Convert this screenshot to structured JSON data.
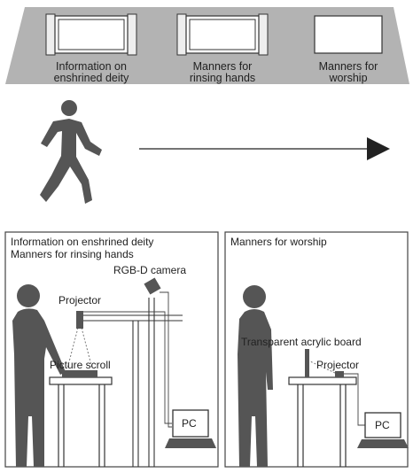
{
  "colors": {
    "banner": "#b3b3b3",
    "figure": "#555555",
    "line": "#222222",
    "panel_border": "#444444"
  },
  "banner": {
    "items": [
      {
        "line1": "Information on",
        "line2": "enshrined deity"
      },
      {
        "line1": "Manners for",
        "line2": "rinsing hands"
      },
      {
        "line1": "Manners for",
        "line2": "worship"
      }
    ]
  },
  "walker": {
    "icon": "walking-person-icon",
    "arrow_icon": "right-arrow-icon"
  },
  "left_panel": {
    "title_line1": "Information on enshrined deity",
    "title_line2": "Manners for rinsing hands",
    "camera_label": "RGB-D camera",
    "projector_label": "Projector",
    "scroll_label": "Picture scroll",
    "pc_label": "PC"
  },
  "right_panel": {
    "title": "Manners for worship",
    "board_label": "Transparent acrylic board",
    "projector_label": "Projector",
    "pc_label": "PC"
  }
}
